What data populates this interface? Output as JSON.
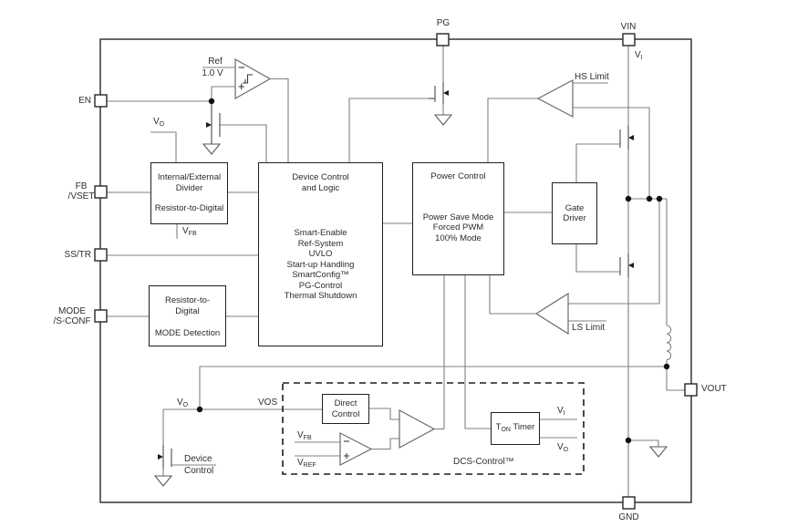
{
  "figure": {
    "background": "#ffffff",
    "wire_color": "#818181",
    "outline_color": "#262626",
    "text_color": "#2e2e2e"
  },
  "pins": {
    "en": "EN",
    "fb": {
      "line1": "FB",
      "line2": "/VSET"
    },
    "ss_tr": "SS/TR",
    "mode": {
      "line1": "MODE",
      "line2": "/S-CONF"
    },
    "pg": "PG",
    "vin": "VIN",
    "vout": "VOUT",
    "gnd": "GND"
  },
  "blocks": {
    "divider": {
      "line1": "Internal/External",
      "line2": "Divider",
      "line3": "Resistor-to-Digital"
    },
    "mode_detect": {
      "line1": "Resistor-to-",
      "line2": "Digital",
      "line3": "MODE Detection"
    },
    "device_control": {
      "title1": "Device Control",
      "title2": "and Logic",
      "items": [
        "Smart-Enable",
        "Ref-System",
        "UVLO",
        "Start-up Handling",
        "SmartConfig™",
        "PG-Control",
        "Thermal Shutdown"
      ]
    },
    "power_control": {
      "title": "Power Control",
      "items": [
        "Power Save Mode",
        "Forced PWM",
        "100% Mode"
      ]
    },
    "gate_driver": {
      "line1": "Gate",
      "line2": "Driver"
    },
    "direct_control": {
      "line1": "Direct",
      "line2": "Control"
    },
    "ton_timer": {
      "t": "T",
      "sub": "ON",
      "rest": " Timer"
    }
  },
  "labels": {
    "ref_line1": "Ref",
    "ref_line2": "1.0 V",
    "hs_limit": "HS Limit",
    "ls_limit": "LS Limit",
    "vos": "VOS",
    "fet_label1": "Device",
    "fet_label2": "Control",
    "dcs": "DCS-Control™",
    "v": "V",
    "sub_o": "O",
    "sub_i": "I",
    "sub_fb": "FB",
    "sub_ref": "REF"
  }
}
